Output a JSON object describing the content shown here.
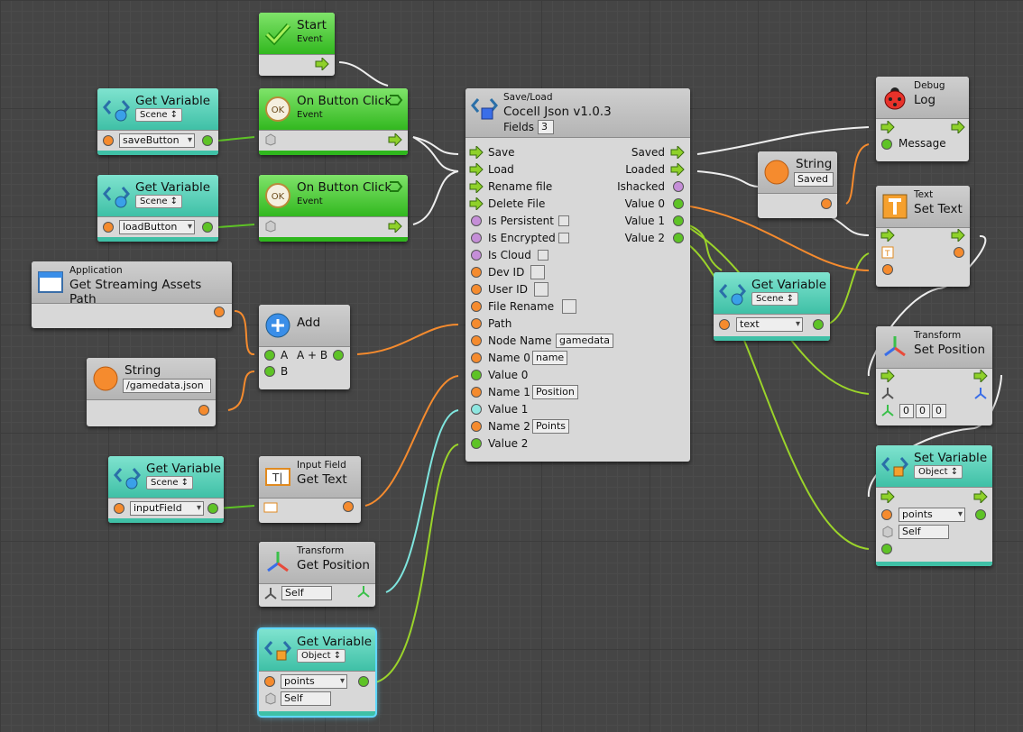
{
  "colors": {
    "orange": "#f58b2e",
    "green": "#5ec326",
    "lime": "#9bd42a",
    "cyan": "#7fe6df",
    "white": "#eeeeee",
    "purple": "#c58ed8"
  },
  "nodes": {
    "start": {
      "title": "Start",
      "sub": "Event"
    },
    "get_var_save": {
      "title": "Get Variable",
      "badge": "Scene ↕",
      "value": "saveButton"
    },
    "btn_click_1": {
      "title": "On Button Click",
      "sub": "Event"
    },
    "get_var_load": {
      "title": "Get Variable",
      "badge": "Scene ↕",
      "value": "loadButton"
    },
    "btn_click_2": {
      "title": "On Button Click",
      "sub": "Event"
    },
    "app": {
      "category": "Application",
      "title": "Get Streaming Assets Path"
    },
    "add": {
      "title": "Add",
      "a_label": "A",
      "expr": "A + B",
      "b_label": "B"
    },
    "string_path": {
      "title": "String",
      "value": "/gamedata.json"
    },
    "get_var_input": {
      "title": "Get Variable",
      "badge": "Scene ↕",
      "value": "inputField"
    },
    "input_field": {
      "category": "Input Field",
      "title": "Get Text"
    },
    "transform_get": {
      "category": "Transform",
      "title": "Get Position",
      "value": "Self"
    },
    "get_var_points": {
      "title": "Get Variable",
      "badge": "Object ↕",
      "value": "points",
      "value2": "Self"
    },
    "cocell": {
      "category": "Save/Load",
      "title": "Cocell Json v1.0.3",
      "fields_label": "Fields",
      "fields": "3",
      "inputs": [
        "Save",
        "Load",
        "Rename  file",
        "Delete  File",
        "Is Persistent",
        "Is Encrypted",
        "Is Cloud",
        "Dev ID",
        "User ID",
        "File  Rename",
        "Path",
        "Node  Name",
        "Name 0",
        "Value 0",
        "Name 1",
        "Value 1",
        "Name 2",
        "Value 2"
      ],
      "node_name": "gamedata",
      "name0": "name",
      "name1": "Position",
      "name2": "Points",
      "outputs": [
        "Saved",
        "Loaded",
        "Ishacked",
        "Value 0",
        "Value 1",
        "Value 2"
      ]
    },
    "debug": {
      "category": "Debug",
      "title": "Log",
      "message": "Message"
    },
    "string_saved": {
      "title": "String",
      "value": "Saved"
    },
    "text_set": {
      "category": "Text",
      "title": "Set Text"
    },
    "get_var_text": {
      "title": "Get Variable",
      "badge": "Scene ↕",
      "value": "text"
    },
    "transform_set": {
      "category": "Transform",
      "title": "Set Position",
      "vals": [
        "0",
        "0",
        "0"
      ]
    },
    "set_var": {
      "title": "Set Variable",
      "badge": "Object ↕",
      "value": "points",
      "value2": "Self"
    }
  },
  "icons": {
    "start": "checkmark-icon",
    "script": "script-globe-icon",
    "ok": "ok-button-icon",
    "app": "window-icon",
    "add": "plus-icon",
    "string": "orange-circle-icon",
    "input": "text-cursor-icon",
    "transform": "axes-icon",
    "debug": "ladybug-icon",
    "text": "text-t-icon",
    "save": "floppy-icon"
  }
}
